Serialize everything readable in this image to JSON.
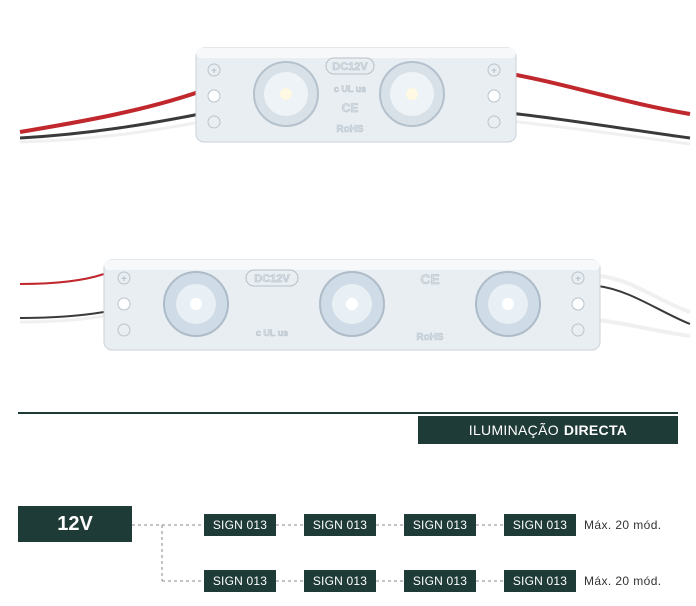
{
  "product_photos": [
    {
      "name": "2-led module",
      "badge": "DC12V",
      "cert_ul": "c UL us",
      "cert_ce": "CE",
      "cert_rohs": "RoHS",
      "led_count": 2
    },
    {
      "name": "3-led module",
      "badge": "DC12V",
      "cert_ul": "c UL us",
      "cert_ce": "CE",
      "cert_rohs": "RoHS",
      "led_count": 3
    }
  ],
  "section": {
    "title_light": "ILUMINAÇÃO",
    "title_bold": "DIRECTA"
  },
  "wiring": {
    "voltage": "12V",
    "rows": [
      {
        "modules": [
          "SIGN 013",
          "SIGN 013",
          "SIGN 013",
          "SIGN 013"
        ],
        "max_label": "Máx. 20 mód."
      },
      {
        "modules": [
          "SIGN 013",
          "SIGN 013",
          "SIGN 013",
          "SIGN 013"
        ],
        "max_label": "Máx. 20 mód."
      }
    ]
  },
  "colors": {
    "brand_dark": "#1f3b37",
    "wire_red": "#c0282e",
    "wire_white": "#f2f2f2",
    "wire_dark": "#3a3a3a",
    "module_body": "#e9eef2"
  }
}
